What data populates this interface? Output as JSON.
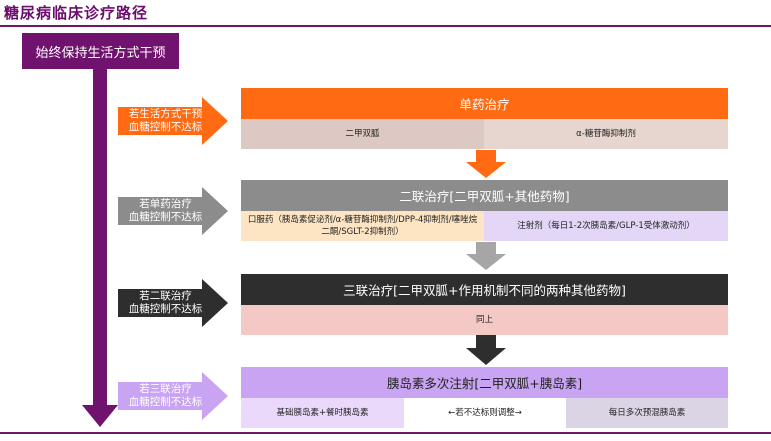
{
  "page_title": "糖尿病临床诊疗路径",
  "start_label": "始终保持生活方式干预",
  "conditions": [
    {
      "line1": "若生活方式干预",
      "line2": "血糖控制不达标",
      "color": "#ff6a13",
      "text_color": "#ffffff"
    },
    {
      "line1": "若单药治疗",
      "line2": "血糖控制不达标",
      "color": "#8c8c8c",
      "text_color": "#ffffff"
    },
    {
      "line1": "若二联治疗",
      "line2": "血糖控制不达标",
      "color": "#2e2e2e",
      "text_color": "#ffffff"
    },
    {
      "line1": "若三联治疗",
      "line2": "血糖控制不达标",
      "color": "#c9a4f2",
      "text_color": "#ffffff"
    }
  ],
  "steps": [
    {
      "title": "单药治疗",
      "color": "#ff6a13",
      "cells": [
        {
          "text": "二甲双胍",
          "bg": "#dcc9c4"
        },
        {
          "text": "α-糖苷酶抑制剂",
          "bg": "#e7d6d0"
        }
      ]
    },
    {
      "title": "二联治疗[二甲双胍+其他药物]",
      "color": "#8c8c8c",
      "cells": [
        {
          "text": "口服药（胰岛素促泌剂/α-糖苷酶抑制剂/DPP-4抑制剂/噻唑烷二酮/SGLT-2抑制剂）",
          "bg": "#fde4c2"
        },
        {
          "text": "注射剂（每日1-2次胰岛素/GLP-1受体激动剂）",
          "bg": "#e3d6f7"
        }
      ]
    },
    {
      "title": "三联治疗[二甲双胍+作用机制不同的两种其他药物]",
      "color": "#2e2e2e",
      "cells": [
        {
          "text": "同上",
          "bg": "#f4c9c5"
        }
      ]
    },
    {
      "title": "胰岛素多次注射[二甲双胍+胰岛素]",
      "color": "#c9a4f2",
      "title_color": "#222222",
      "cells": [
        {
          "text": "基础胰岛素+餐时胰岛素",
          "bg": "#ead9fb"
        },
        {
          "text": "←若不达标则调整→",
          "bg": "#ffffff"
        },
        {
          "text": "每日多次预混胰岛素",
          "bg": "#dad4e4"
        }
      ]
    }
  ],
  "connector_colors": [
    "#ff6a13",
    "#a6a6a6",
    "#2e2e2e"
  ],
  "axis_color": "#70136f"
}
